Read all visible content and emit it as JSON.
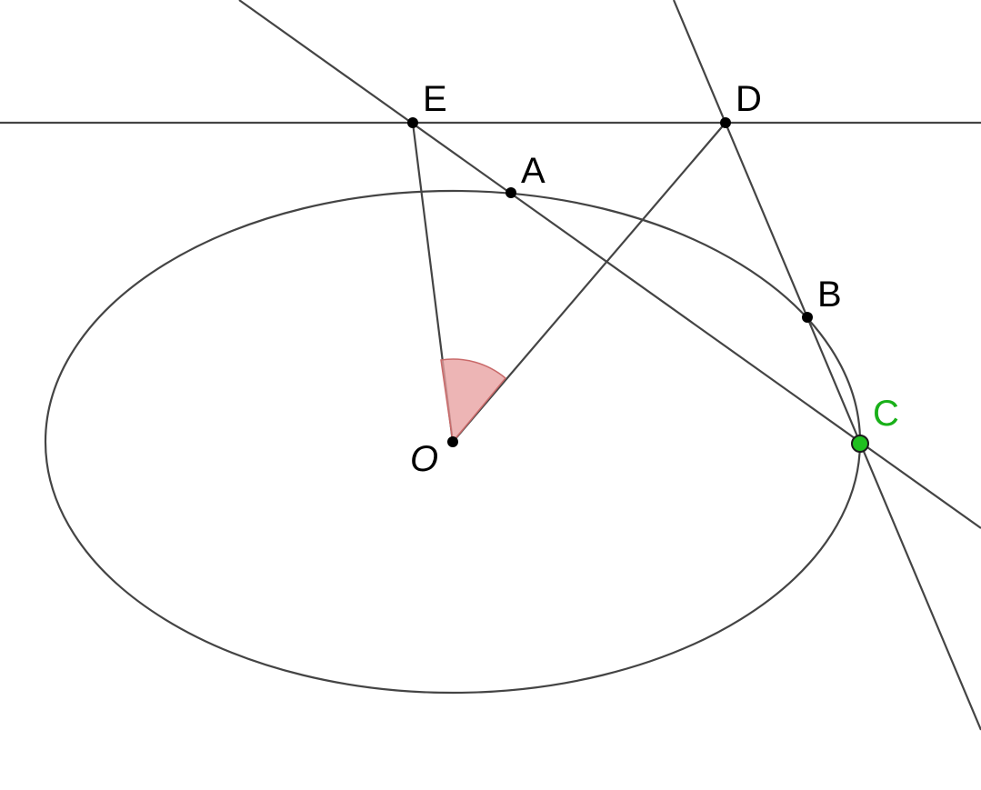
{
  "diagram": {
    "points": {
      "E": {
        "label": "E"
      },
      "D": {
        "label": "D"
      },
      "A": {
        "label": "A"
      },
      "B": {
        "label": "B"
      },
      "C": {
        "label": "C"
      },
      "O": {
        "label": "O"
      }
    },
    "colors": {
      "stroke": "#444444",
      "point": "#000000",
      "highlight_point": "#1fbf1f",
      "highlight_label": "#19b019",
      "angle_fill": "#e8a0a0",
      "angle_stroke": "#c96a6a"
    }
  }
}
